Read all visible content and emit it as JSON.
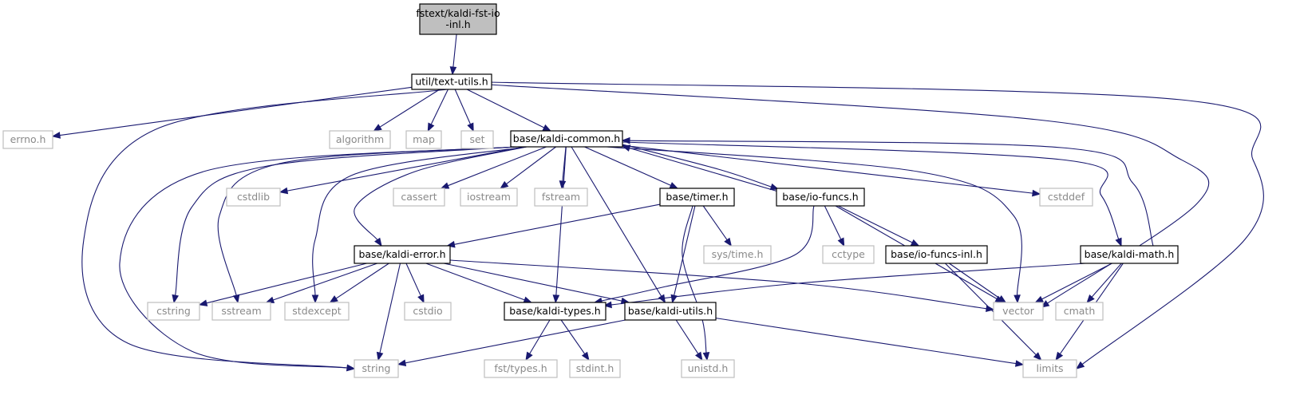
{
  "graph": {
    "colors": {
      "edge": "#191970",
      "root_fill": "#bfbfbf",
      "local_border": "#000000",
      "system_border": "#bfbfbf",
      "system_text": "#8a8a8a"
    },
    "nodes": [
      {
        "id": "root",
        "lines": [
          "fstext/kaldi-fst-io",
          "-inl.h"
        ],
        "kind": "root"
      },
      {
        "id": "text_utils",
        "lines": [
          "util/text-utils.h"
        ],
        "kind": "local"
      },
      {
        "id": "errno",
        "lines": [
          "errno.h"
        ],
        "kind": "system"
      },
      {
        "id": "algorithm",
        "lines": [
          "algorithm"
        ],
        "kind": "system"
      },
      {
        "id": "map",
        "lines": [
          "map"
        ],
        "kind": "system"
      },
      {
        "id": "set",
        "lines": [
          "set"
        ],
        "kind": "system"
      },
      {
        "id": "kaldi_common",
        "lines": [
          "base/kaldi-common.h"
        ],
        "kind": "local"
      },
      {
        "id": "cstdlib",
        "lines": [
          "cstdlib"
        ],
        "kind": "system"
      },
      {
        "id": "cassert",
        "lines": [
          "cassert"
        ],
        "kind": "system"
      },
      {
        "id": "iostream",
        "lines": [
          "iostream"
        ],
        "kind": "system"
      },
      {
        "id": "fstream",
        "lines": [
          "fstream"
        ],
        "kind": "system"
      },
      {
        "id": "timer",
        "lines": [
          "base/timer.h"
        ],
        "kind": "local"
      },
      {
        "id": "io_funcs",
        "lines": [
          "base/io-funcs.h"
        ],
        "kind": "local"
      },
      {
        "id": "cstddef",
        "lines": [
          "cstddef"
        ],
        "kind": "system"
      },
      {
        "id": "kaldi_error",
        "lines": [
          "base/kaldi-error.h"
        ],
        "kind": "local"
      },
      {
        "id": "sys_time",
        "lines": [
          "sys/time.h"
        ],
        "kind": "system"
      },
      {
        "id": "cctype",
        "lines": [
          "cctype"
        ],
        "kind": "system"
      },
      {
        "id": "io_funcs_inl",
        "lines": [
          "base/io-funcs-inl.h"
        ],
        "kind": "local"
      },
      {
        "id": "kaldi_math",
        "lines": [
          "base/kaldi-math.h"
        ],
        "kind": "local"
      },
      {
        "id": "cstring",
        "lines": [
          "cstring"
        ],
        "kind": "system"
      },
      {
        "id": "sstream",
        "lines": [
          "sstream"
        ],
        "kind": "system"
      },
      {
        "id": "stdexcept",
        "lines": [
          "stdexcept"
        ],
        "kind": "system"
      },
      {
        "id": "cstdio",
        "lines": [
          "cstdio"
        ],
        "kind": "system"
      },
      {
        "id": "kaldi_types",
        "lines": [
          "base/kaldi-types.h"
        ],
        "kind": "local"
      },
      {
        "id": "kaldi_utils",
        "lines": [
          "base/kaldi-utils.h"
        ],
        "kind": "local"
      },
      {
        "id": "vector",
        "lines": [
          "vector"
        ],
        "kind": "system"
      },
      {
        "id": "cmath",
        "lines": [
          "cmath"
        ],
        "kind": "system"
      },
      {
        "id": "string",
        "lines": [
          "string"
        ],
        "kind": "system"
      },
      {
        "id": "fst_types",
        "lines": [
          "fst/types.h"
        ],
        "kind": "system"
      },
      {
        "id": "stdint",
        "lines": [
          "stdint.h"
        ],
        "kind": "system"
      },
      {
        "id": "unistd",
        "lines": [
          "unistd.h"
        ],
        "kind": "system"
      },
      {
        "id": "limits",
        "lines": [
          "limits"
        ],
        "kind": "system"
      }
    ],
    "edges": [
      {
        "from": "root",
        "to": "text_utils"
      },
      {
        "from": "text_utils",
        "to": "errno"
      },
      {
        "from": "text_utils",
        "to": "algorithm"
      },
      {
        "from": "text_utils",
        "to": "map"
      },
      {
        "from": "text_utils",
        "to": "set"
      },
      {
        "from": "text_utils",
        "to": "kaldi_common"
      },
      {
        "from": "text_utils",
        "to": "string"
      },
      {
        "from": "text_utils",
        "to": "vector"
      },
      {
        "from": "text_utils",
        "to": "limits"
      },
      {
        "from": "kaldi_common",
        "to": "cstdlib"
      },
      {
        "from": "kaldi_common",
        "to": "cassert"
      },
      {
        "from": "kaldi_common",
        "to": "iostream"
      },
      {
        "from": "kaldi_common",
        "to": "fstream"
      },
      {
        "from": "kaldi_common",
        "to": "timer"
      },
      {
        "from": "kaldi_common",
        "to": "io_funcs"
      },
      {
        "from": "kaldi_common",
        "to": "cstddef"
      },
      {
        "from": "kaldi_common",
        "to": "kaldi_math"
      },
      {
        "from": "kaldi_common",
        "to": "kaldi_error"
      },
      {
        "from": "kaldi_common",
        "to": "cstring"
      },
      {
        "from": "kaldi_common",
        "to": "sstream"
      },
      {
        "from": "kaldi_common",
        "to": "stdexcept"
      },
      {
        "from": "kaldi_common",
        "to": "string"
      },
      {
        "from": "kaldi_common",
        "to": "kaldi_types"
      },
      {
        "from": "kaldi_common",
        "to": "kaldi_utils"
      },
      {
        "from": "kaldi_common",
        "to": "vector"
      },
      {
        "from": "timer",
        "to": "kaldi_error"
      },
      {
        "from": "timer",
        "to": "sys_time"
      },
      {
        "from": "timer",
        "to": "kaldi_utils"
      },
      {
        "from": "timer",
        "to": "unistd"
      },
      {
        "from": "io_funcs",
        "to": "kaldi_common"
      },
      {
        "from": "io_funcs",
        "to": "cctype"
      },
      {
        "from": "io_funcs",
        "to": "io_funcs_inl"
      },
      {
        "from": "io_funcs",
        "to": "kaldi_types"
      },
      {
        "from": "io_funcs",
        "to": "vector"
      },
      {
        "from": "io_funcs_inl",
        "to": "vector"
      },
      {
        "from": "io_funcs_inl",
        "to": "limits"
      },
      {
        "from": "kaldi_math",
        "to": "kaldi_common"
      },
      {
        "from": "kaldi_math",
        "to": "vector"
      },
      {
        "from": "kaldi_math",
        "to": "cmath"
      },
      {
        "from": "kaldi_math",
        "to": "limits"
      },
      {
        "from": "kaldi_math",
        "to": "kaldi_types"
      },
      {
        "from": "kaldi_error",
        "to": "cstring"
      },
      {
        "from": "kaldi_error",
        "to": "sstream"
      },
      {
        "from": "kaldi_error",
        "to": "stdexcept"
      },
      {
        "from": "kaldi_error",
        "to": "cstdio"
      },
      {
        "from": "kaldi_error",
        "to": "string"
      },
      {
        "from": "kaldi_error",
        "to": "kaldi_types"
      },
      {
        "from": "kaldi_error",
        "to": "kaldi_utils"
      },
      {
        "from": "kaldi_error",
        "to": "vector"
      },
      {
        "from": "kaldi_types",
        "to": "fst_types"
      },
      {
        "from": "kaldi_types",
        "to": "stdint"
      },
      {
        "from": "kaldi_utils",
        "to": "string"
      },
      {
        "from": "kaldi_utils",
        "to": "unistd"
      },
      {
        "from": "kaldi_utils",
        "to": "limits"
      }
    ]
  }
}
